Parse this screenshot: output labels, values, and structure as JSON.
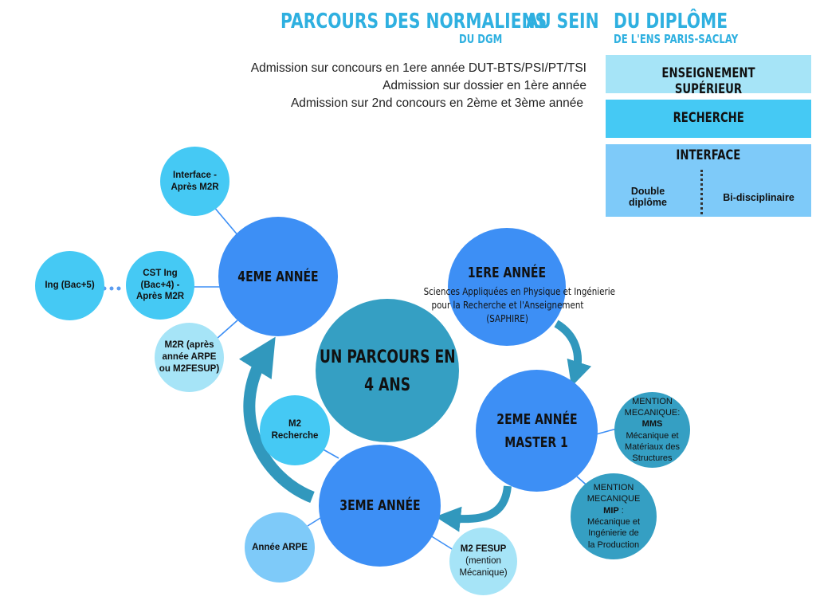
{
  "header": {
    "title_part1": "PARCOURS DES NORMALIENS",
    "subtitle_part1": "DU DGM",
    "title_part2": "AU SEIN",
    "title_part3": "DU DIPLÔME",
    "subtitle_part3": "DE L'ENS PARIS-SACLAY"
  },
  "admissions": [
    "Admission sur concours en 1ere année DUT-BTS/PSI/PT/TSI",
    "Admission sur dossier en 1ère année",
    "Admission sur 2nd concours en 2ème et 3ème année"
  ],
  "legend": {
    "enseignement": "ENSEIGNEMENT SUPÉRIEUR",
    "recherche": "RECHERCHE",
    "interface": "INTERFACE",
    "double_line1": "Double",
    "double_line2": "diplôme",
    "bidisciplinaire": "Bi-disciplinaire"
  },
  "colors": {
    "enseignement": "#a6e4f7",
    "recherche": "#45c9f4",
    "interface": "#7ecaf9",
    "title": "#2fb0e0",
    "blue_main": "#3d8ff5",
    "teal_center": "#359fc3",
    "arrow": "#3198bd"
  },
  "nodes": {
    "center": {
      "line1": "UN PARCOURS EN",
      "line2": "4 ANS"
    },
    "year1": {
      "label": "1ERE ANNÉE",
      "desc_line1": "Sciences Appliquées en Physique et Ingénierie",
      "desc_line2": "pour la Recherche et l'Anseignement",
      "desc_line3": "(SAPHIRE)"
    },
    "year2": {
      "line1": "2EME ANNÉE",
      "line2": "MASTER 1"
    },
    "year3": {
      "label": "3EME ANNÉE"
    },
    "year4": {
      "label": "4EME ANNÉE"
    },
    "mms": {
      "line1": "MENTION",
      "line2": "MECANIQUE:",
      "line3": "MMS",
      "line4": "Mécanique et",
      "line5": "Matériaux des",
      "line6": "Structures"
    },
    "mip": {
      "line1": "MENTION",
      "line2": "MECANIQUE",
      "line3": "MIP",
      "line3_suffix": " :",
      "line4": "Mécanique et",
      "line5": "Ingénierie de",
      "line6": "la Production"
    },
    "m2fesup": {
      "line1": "M2 FESUP",
      "line2": "(mention",
      "line3": "Mécanique)"
    },
    "annee_arpe": {
      "label": "Année ARPE"
    },
    "m2_recherche": {
      "line1": "M2",
      "line2": "Recherche"
    },
    "m2r_apres": {
      "line1": "M2R (après",
      "line2": "année ARPE",
      "line3": "ou M2FESUP)"
    },
    "cst_ing": {
      "line1": "CST Ing",
      "line2": "(Bac+4) -",
      "line3": "Après M2R"
    },
    "ing_bac5": {
      "label": "Ing (Bac+5)"
    },
    "interface_m2r": {
      "line1": "Interface -",
      "line2": "Après M2R"
    }
  }
}
